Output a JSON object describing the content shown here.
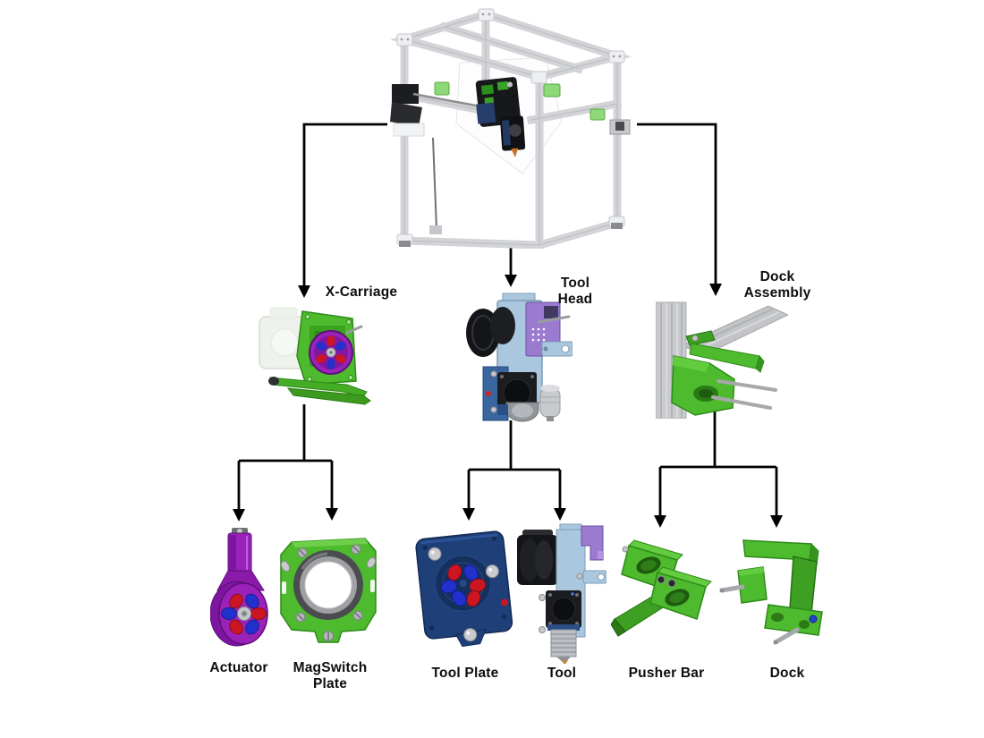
{
  "diagram": {
    "type": "component-hierarchy-tree",
    "background": "#ffffff",
    "arrow_color": "#000000",
    "root": {
      "id": "printer-frame-assembly"
    },
    "level1": [
      {
        "id": "x-carriage",
        "label": "X-Carriage"
      },
      {
        "id": "tool-head",
        "label": "Tool Head"
      },
      {
        "id": "dock-assembly",
        "label": "Dock Assembly"
      }
    ],
    "level2": [
      {
        "id": "actuator",
        "parent": "x-carriage",
        "label": "Actuator"
      },
      {
        "id": "magswitch-plate",
        "parent": "x-carriage",
        "label": "MagSwitch Plate"
      },
      {
        "id": "tool-plate",
        "parent": "tool-head",
        "label": "Tool Plate"
      },
      {
        "id": "tool",
        "parent": "tool-head",
        "label": "Tool"
      },
      {
        "id": "pusher-bar",
        "parent": "dock-assembly",
        "label": "Pusher Bar"
      },
      {
        "id": "dock",
        "parent": "dock-assembly",
        "label": "Dock"
      }
    ],
    "colors": {
      "part_green": "#4dbb2d",
      "part_green_dark": "#2e8a19",
      "part_purple": "#9a22b8",
      "part_purple_dark": "#5e0f7a",
      "pcb_lavender": "#9a7bd0",
      "part_navy": "#1e3f78",
      "part_lightblue": "#a9c7de",
      "panel_blue": "#3a66a0",
      "magnet_red": "#cc1622",
      "magnet_blue": "#2230cc",
      "metal_gray": "#c9cacd",
      "frame_gray": "#d3d4d7",
      "part_black": "#17181c"
    }
  }
}
